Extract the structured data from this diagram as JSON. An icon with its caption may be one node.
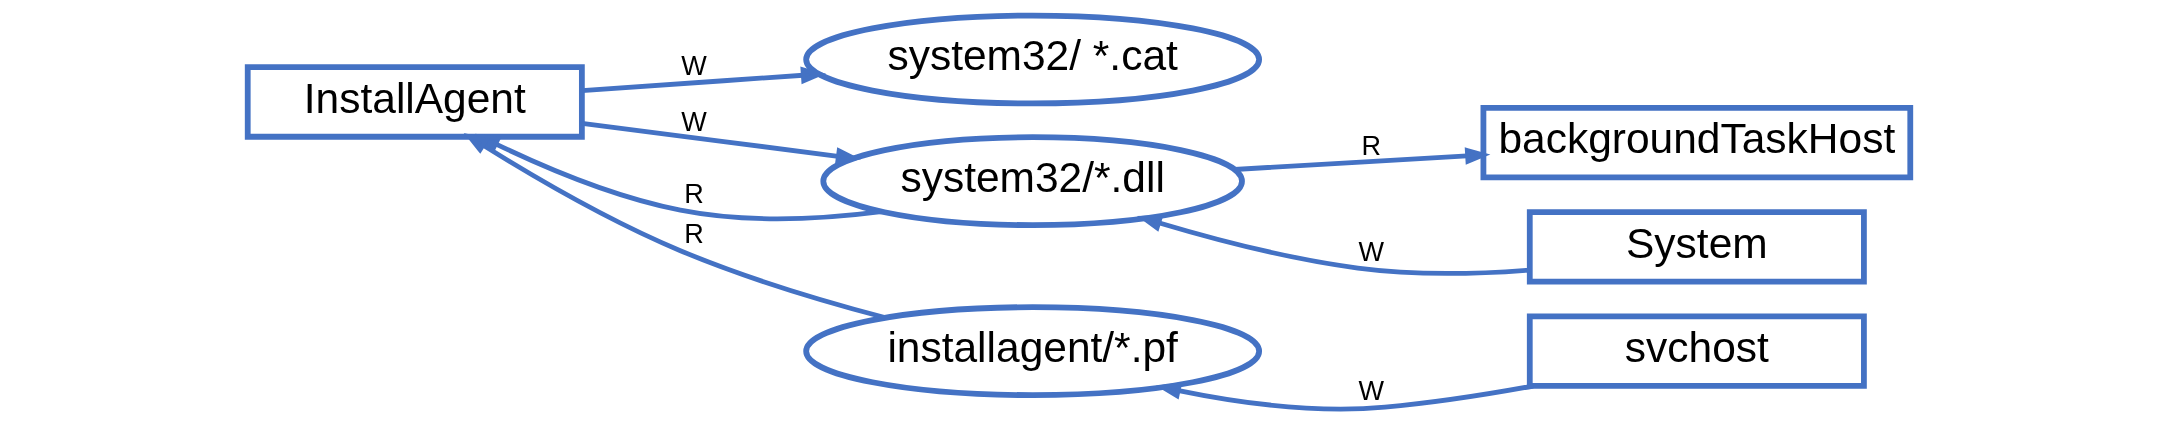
{
  "diagram": {
    "nodes": [
      {
        "text": [
          "InstallAgent"
        ]
      },
      {
        "text": [
          "system32/ *.cat"
        ]
      },
      {
        "text": [
          "system32/*.dll"
        ]
      },
      {
        "text": [
          "installagent/*.pf"
        ]
      },
      {
        "text": [
          "backgroundTaskHost"
        ]
      },
      {
        "text": [
          "System"
        ]
      },
      {
        "text": [
          "svchost"
        ]
      }
    ],
    "edges": [
      {
        "from": 0,
        "to": 1,
        "arrow": "to",
        "label": "W"
      },
      {
        "from": 2,
        "to": 0,
        "arrow": "to",
        "label": "R"
      },
      {
        "from": 0,
        "to": 2,
        "arrow": "to",
        "label": "W"
      },
      {
        "from": 3,
        "to": 0,
        "arrow": "to",
        "label": "R"
      },
      {
        "from": 2,
        "to": 4,
        "arrow": "to",
        "label": "R"
      },
      {
        "from": 5,
        "to": 2,
        "arrow": "to",
        "label": "W"
      },
      {
        "from": 6,
        "to": 3,
        "arrow": "to",
        "label": "W"
      }
    ]
  }
}
